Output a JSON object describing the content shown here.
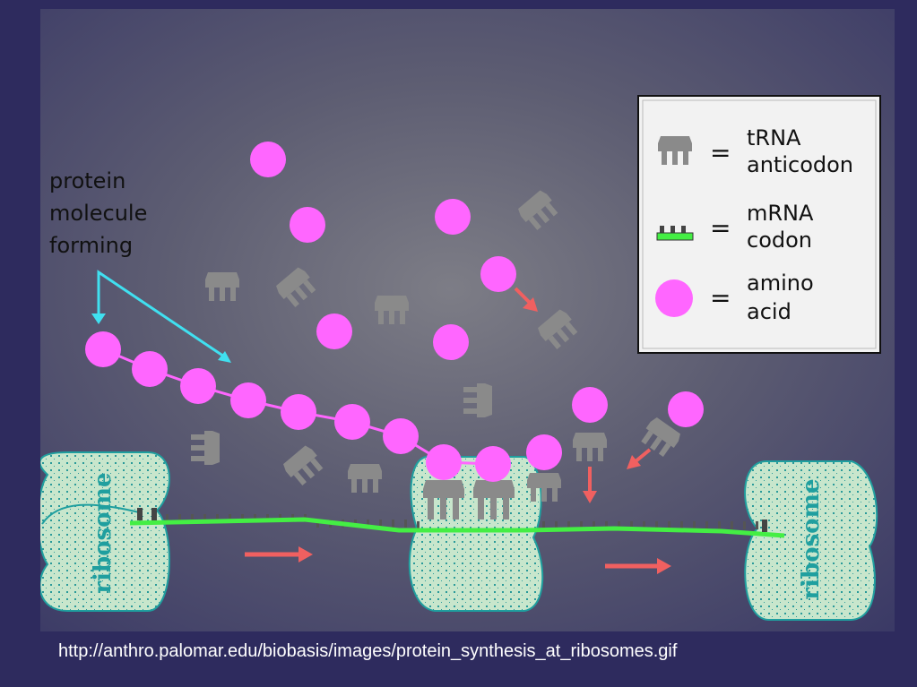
{
  "diagram": {
    "label_protein": [
      "protein",
      "molecule",
      "forming"
    ],
    "label_ribosome": "ribosome",
    "legend": {
      "equals": "=",
      "trna": [
        "tRNA",
        "anticodon"
      ],
      "mrna": [
        "mRNA",
        "codon"
      ],
      "amino": [
        "amino",
        "acid"
      ]
    },
    "colors": {
      "amino_acid": "#ff66ff",
      "trna": "#888888",
      "mrna_strand": "#44ee44",
      "ribosome": "#c8e6cc",
      "ribosome_outline": "#1f9f9f",
      "arrow_red": "#f06060",
      "arrow_cyan": "#40e0f0"
    }
  },
  "caption": "http://anthro.palomar.edu/biobasis/images/protein_synthesis_at_ribosomes.gif"
}
